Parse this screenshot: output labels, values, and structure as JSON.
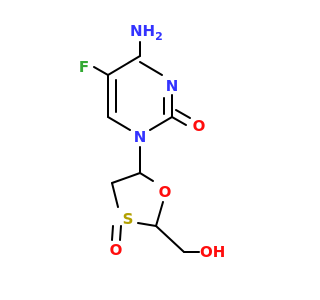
{
  "molecule": {
    "atoms": {
      "amino": {
        "text": "NH",
        "subscript": "2",
        "color": "#3333FF"
      },
      "fluoro": {
        "text": "F",
        "color": "#33AA33"
      },
      "ring_n3": {
        "text": "N",
        "color": "#3333FF"
      },
      "ring_n1": {
        "text": "N",
        "color": "#3333FF"
      },
      "carbonyl_o": {
        "text": "O",
        "color": "#FF0D0D"
      },
      "ring_o": {
        "text": "O",
        "color": "#FF0D0D"
      },
      "sulfur": {
        "text": "S",
        "color": "#B2A000"
      },
      "sulfoxide_o": {
        "text": "O",
        "color": "#FF0D0D"
      },
      "hydroxyl": {
        "text": "OH",
        "color": "#FF0D0D"
      }
    },
    "bond_color": "#000000"
  }
}
